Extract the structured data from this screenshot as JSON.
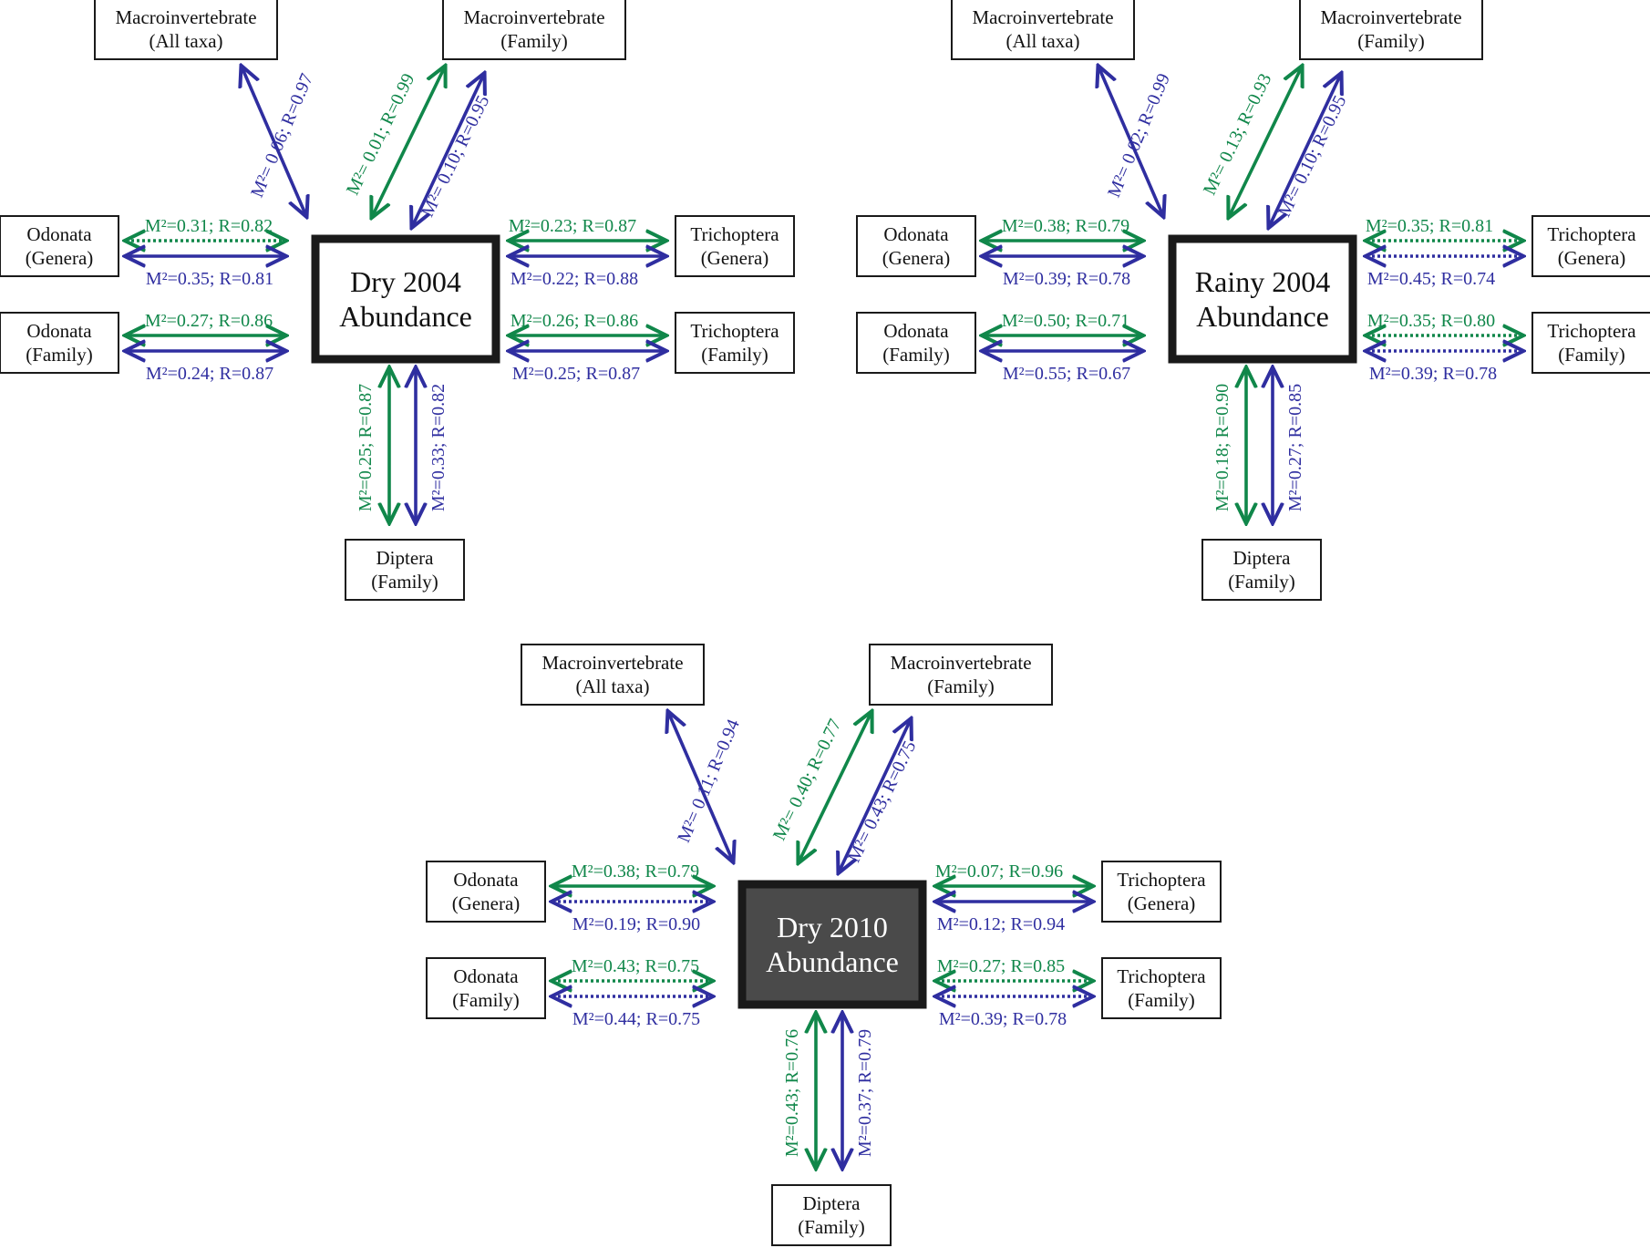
{
  "colors": {
    "green": "#10874a",
    "blue": "#2f2ea0",
    "box": "#1a1a1a",
    "dark_fill": "#4a4a4a"
  },
  "panels": [
    {
      "id": "dry-2004",
      "center": {
        "line1": "Dry 2004",
        "line2": "Abundance",
        "dark": false
      },
      "links": {
        "macro_all": {
          "box": [
            "Macroinvertebrate",
            "(All taxa)"
          ],
          "blue": {
            "label": "M²= 0.06; R=0.97",
            "dotted": false
          }
        },
        "macro_fam": {
          "box": [
            "Macroinvertebrate",
            "(Family)"
          ],
          "green": {
            "label": "M²= 0.01; R=0.99",
            "dotted": false
          },
          "blue": {
            "label": "M²= 0.10; R=0.95",
            "dotted": false
          }
        },
        "odo_gen": {
          "box": [
            "Odonata",
            "(Genera)"
          ],
          "green": {
            "label": "M²=0.31; R=0.82",
            "dotted": true
          },
          "blue": {
            "label": "M²=0.35; R=0.81",
            "dotted": false
          }
        },
        "odo_fam": {
          "box": [
            "Odonata",
            "(Family)"
          ],
          "green": {
            "label": "M²=0.27; R=0.86",
            "dotted": false
          },
          "blue": {
            "label": "M²=0.24; R=0.87",
            "dotted": false
          }
        },
        "tri_gen": {
          "box": [
            "Trichoptera",
            "(Genera)"
          ],
          "green": {
            "label": "M²=0.23; R=0.87",
            "dotted": false
          },
          "blue": {
            "label": "M²=0.22; R=0.88",
            "dotted": false
          }
        },
        "tri_fam": {
          "box": [
            "Trichoptera",
            "(Family)"
          ],
          "green": {
            "label": "M²=0.26; R=0.86",
            "dotted": false
          },
          "blue": {
            "label": "M²=0.25; R=0.87",
            "dotted": false
          }
        },
        "dip_fam": {
          "box": [
            "Diptera",
            "(Family)"
          ],
          "green": {
            "label": "M²=0.25; R=0.87",
            "dotted": false
          },
          "blue": {
            "label": "M²=0.33; R=0.82",
            "dotted": false
          }
        }
      }
    },
    {
      "id": "rainy-2004",
      "center": {
        "line1": "Rainy 2004",
        "line2": "Abundance",
        "dark": false
      },
      "links": {
        "macro_all": {
          "box": [
            "Macroinvertebrate",
            "(All taxa)"
          ],
          "blue": {
            "label": "M²= 0.02; R=0.99",
            "dotted": false
          }
        },
        "macro_fam": {
          "box": [
            "Macroinvertebrate",
            "(Family)"
          ],
          "green": {
            "label": "M²= 0.13; R=0.93",
            "dotted": false
          },
          "blue": {
            "label": "M²= 0.10; R=0.95",
            "dotted": false
          }
        },
        "odo_gen": {
          "box": [
            "Odonata",
            "(Genera)"
          ],
          "green": {
            "label": "M²=0.38; R=0.79",
            "dotted": false
          },
          "blue": {
            "label": "M²=0.39; R=0.78",
            "dotted": false
          }
        },
        "odo_fam": {
          "box": [
            "Odonata",
            "(Family)"
          ],
          "green": {
            "label": "M²=0.50; R=0.71",
            "dotted": false
          },
          "blue": {
            "label": "M²=0.55; R=0.67",
            "dotted": false
          }
        },
        "tri_gen": {
          "box": [
            "Trichoptera",
            "(Genera)"
          ],
          "green": {
            "label": "M²=0.35; R=0.81",
            "dotted": true
          },
          "blue": {
            "label": "M²=0.45; R=0.74",
            "dotted": true
          }
        },
        "tri_fam": {
          "box": [
            "Trichoptera",
            "(Family)"
          ],
          "green": {
            "label": "M²=0.35; R=0.80",
            "dotted": true
          },
          "blue": {
            "label": "M²=0.39; R=0.78",
            "dotted": true
          }
        },
        "dip_fam": {
          "box": [
            "Diptera",
            "(Family)"
          ],
          "green": {
            "label": "M²=0.18; R=0.90",
            "dotted": false
          },
          "blue": {
            "label": "M²=0.27; R=0.85",
            "dotted": false
          }
        }
      }
    },
    {
      "id": "dry-2010",
      "center": {
        "line1": "Dry 2010",
        "line2": "Abundance",
        "dark": true
      },
      "links": {
        "macro_all": {
          "box": [
            "Macroinvertebrate",
            "(All taxa)"
          ],
          "blue": {
            "label": "M²= 0.11; R=0.94",
            "dotted": false
          }
        },
        "macro_fam": {
          "box": [
            "Macroinvertebrate",
            "(Family)"
          ],
          "green": {
            "label": "M²= 0.40; R=0.77",
            "dotted": false
          },
          "blue": {
            "label": "M²= 0.43; R=0.75",
            "dotted": false
          }
        },
        "odo_gen": {
          "box": [
            "Odonata",
            "(Genera)"
          ],
          "green": {
            "label": "M²=0.38; R=0.79",
            "dotted": false
          },
          "blue": {
            "label": "M²=0.19; R=0.90",
            "dotted": true
          }
        },
        "odo_fam": {
          "box": [
            "Odonata",
            "(Family)"
          ],
          "green": {
            "label": "M²=0.43; R=0.75",
            "dotted": true
          },
          "blue": {
            "label": "M²=0.44; R=0.75",
            "dotted": true
          }
        },
        "tri_gen": {
          "box": [
            "Trichoptera",
            "(Genera)"
          ],
          "green": {
            "label": "M²=0.07; R=0.96",
            "dotted": false
          },
          "blue": {
            "label": "M²=0.12; R=0.94",
            "dotted": false
          }
        },
        "tri_fam": {
          "box": [
            "Trichoptera",
            "(Family)"
          ],
          "green": {
            "label": "M²=0.27; R=0.85",
            "dotted": true
          },
          "blue": {
            "label": "M²=0.39; R=0.78",
            "dotted": true
          }
        },
        "dip_fam": {
          "box": [
            "Diptera",
            "(Family)"
          ],
          "green": {
            "label": "M²=0.43; R=0.76",
            "dotted": false
          },
          "blue": {
            "label": "M²=0.37; R=0.79",
            "dotted": false
          }
        }
      }
    }
  ]
}
